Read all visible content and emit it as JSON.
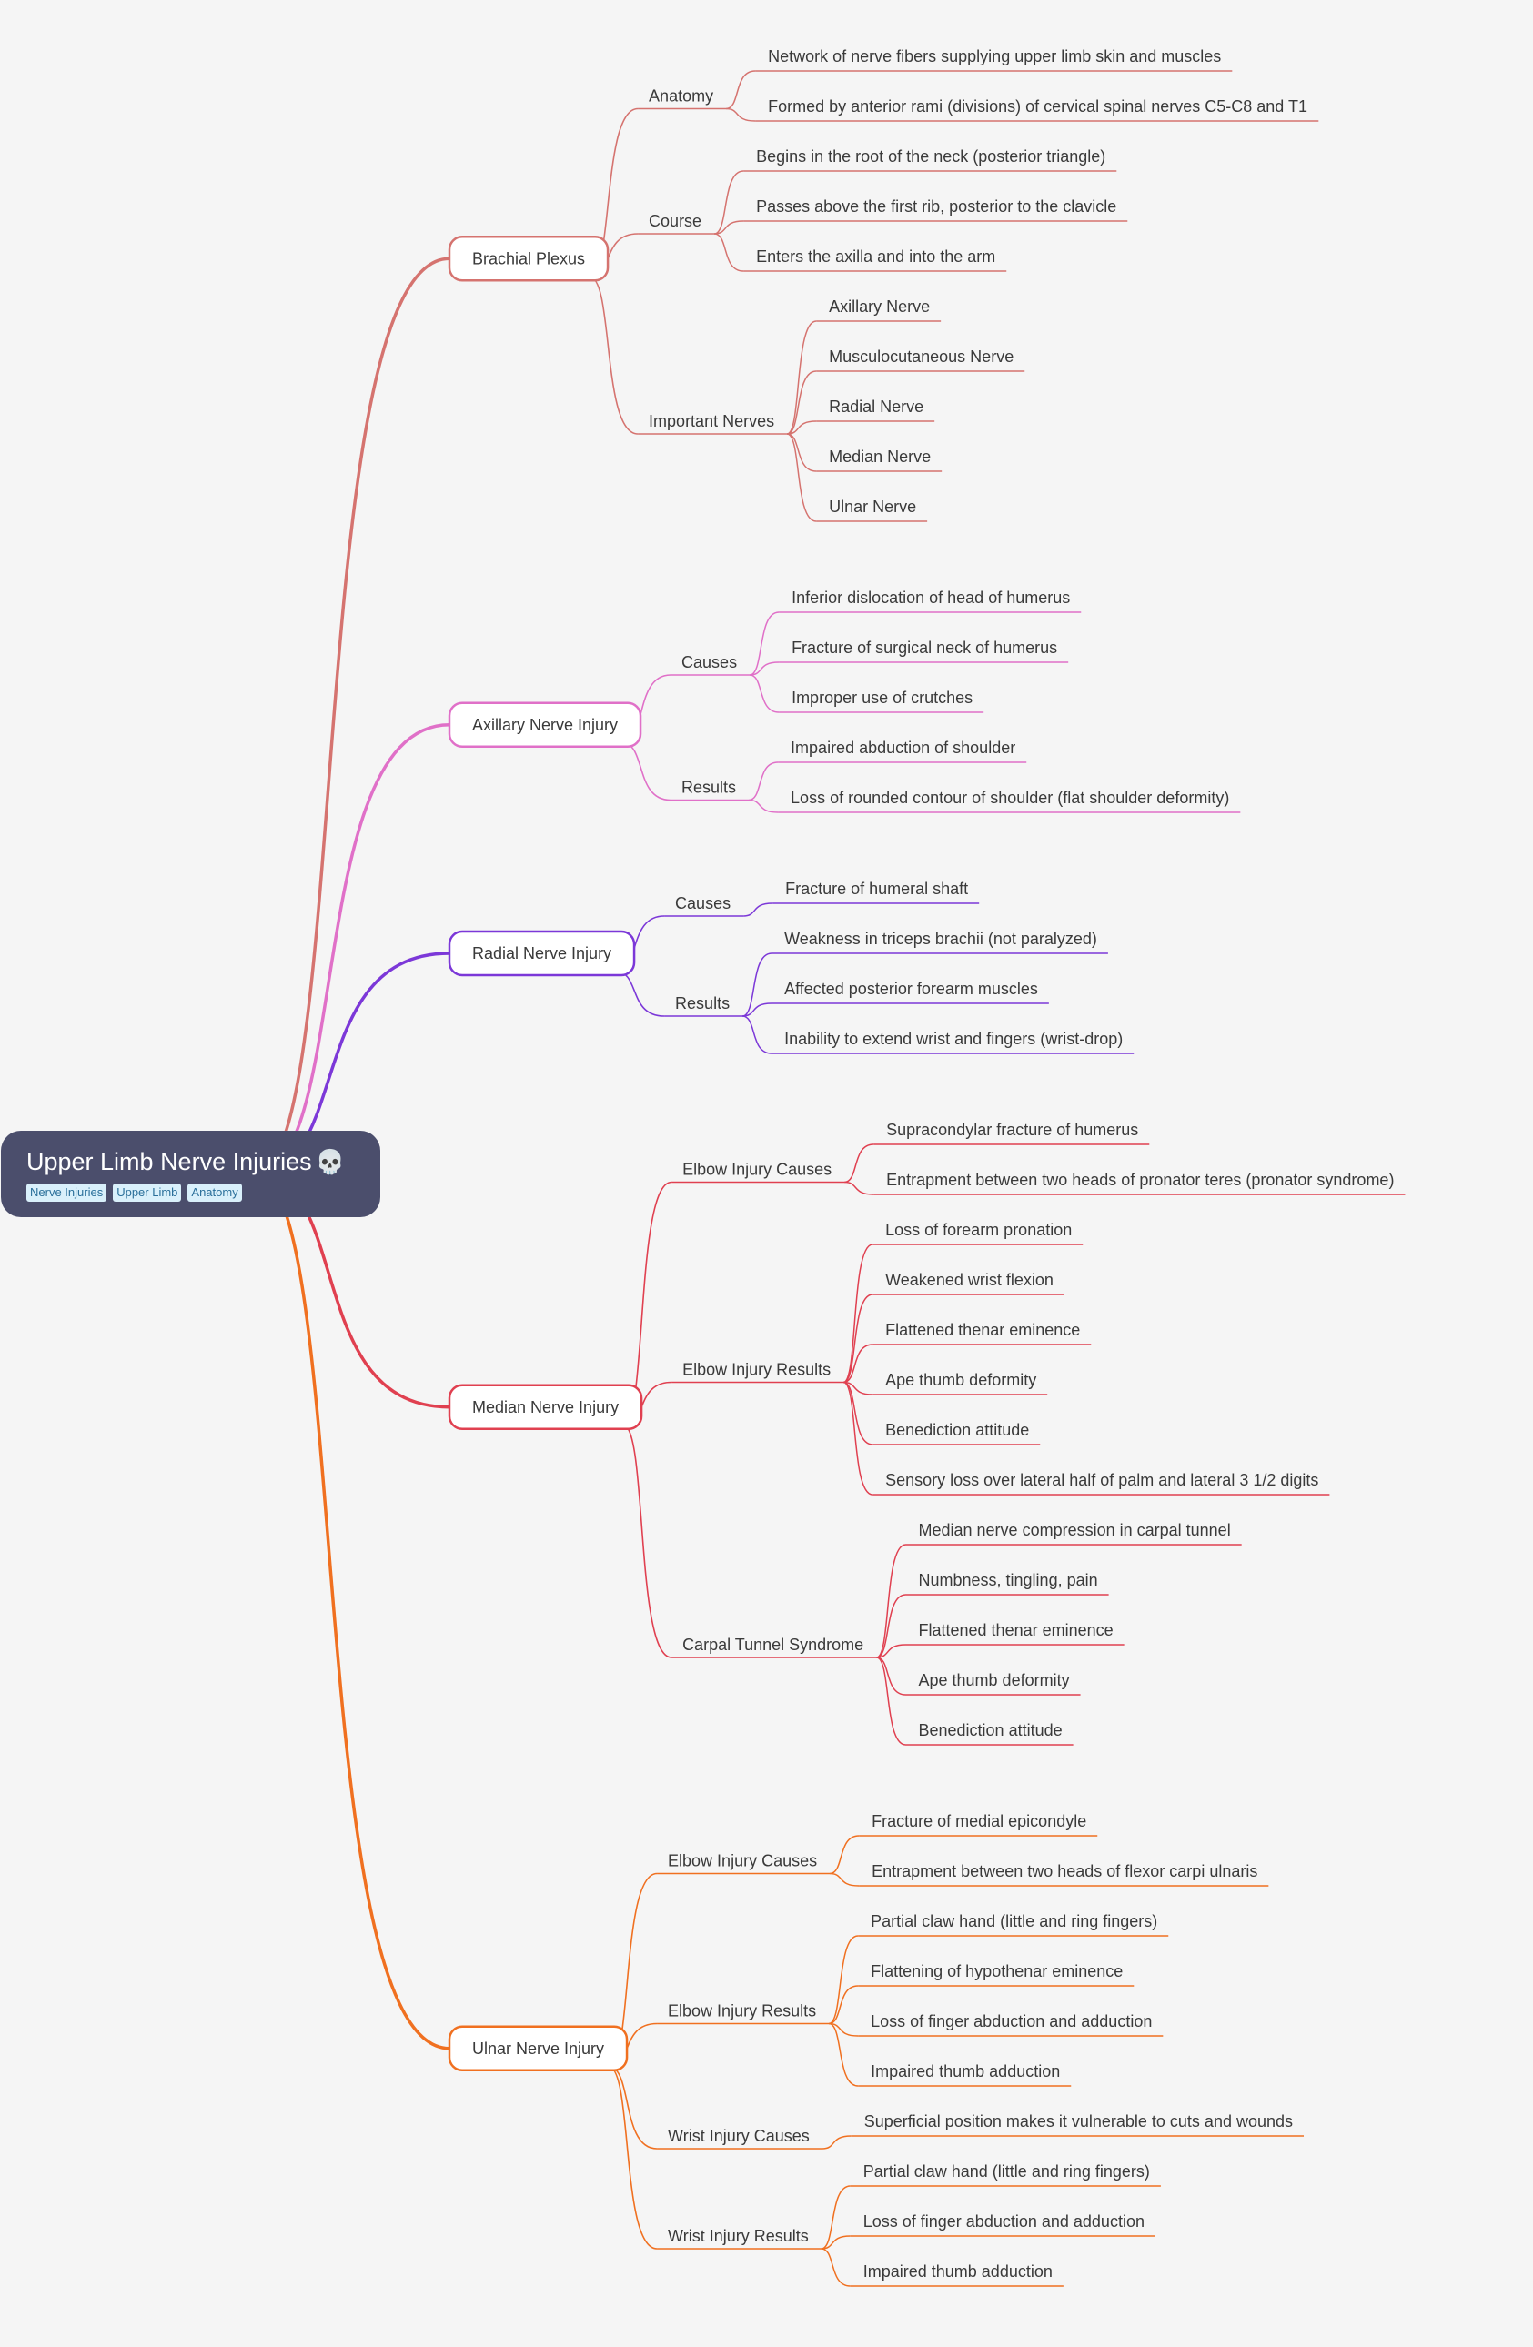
{
  "root": {
    "title": "Upper Limb Nerve Injuries",
    "emoji": "💀",
    "tags": [
      "Nerve Injuries",
      "Upper Limb",
      "Anatomy"
    ]
  },
  "branches": [
    {
      "label": "Brachial Plexus",
      "color": "#d5736f",
      "children": [
        {
          "label": "Anatomy",
          "children": [
            "Network of nerve fibers supplying upper limb skin and muscles",
            "Formed by anterior rami (divisions) of cervical spinal nerves C5-C8 and T1"
          ]
        },
        {
          "label": "Course",
          "children": [
            "Begins in the root of the neck (posterior triangle)",
            "Passes above the first rib, posterior to the clavicle",
            "Enters the axilla and into the arm"
          ]
        },
        {
          "label": "Important Nerves",
          "children": [
            "Axillary Nerve",
            "Musculocutaneous Nerve",
            "Radial Nerve",
            "Median Nerve",
            "Ulnar Nerve"
          ]
        }
      ]
    },
    {
      "label": "Axillary Nerve Injury",
      "color": "#e070c8",
      "children": [
        {
          "label": "Causes",
          "children": [
            "Inferior dislocation of head of humerus",
            "Fracture of surgical neck of humerus",
            "Improper use of crutches"
          ]
        },
        {
          "label": "Results",
          "children": [
            "Impaired abduction of shoulder",
            "Loss of rounded contour of shoulder (flat shoulder deformity)"
          ]
        }
      ]
    },
    {
      "label": "Radial Nerve Injury",
      "color": "#7c38d8",
      "children": [
        {
          "label": "Causes",
          "children": [
            "Fracture of humeral shaft"
          ]
        },
        {
          "label": "Results",
          "children": [
            "Weakness in triceps brachii (not paralyzed)",
            "Affected posterior forearm muscles",
            "Inability to extend wrist and fingers (wrist-drop)"
          ]
        }
      ]
    },
    {
      "label": "Median Nerve Injury",
      "color": "#e04050",
      "children": [
        {
          "label": "Elbow Injury Causes",
          "children": [
            "Supracondylar fracture of humerus",
            "Entrapment between two heads of pronator teres (pronator syndrome)"
          ]
        },
        {
          "label": "Elbow Injury Results",
          "children": [
            "Loss of forearm pronation",
            "Weakened wrist flexion",
            "Flattened thenar eminence",
            "Ape thumb deformity",
            "Benediction attitude",
            "Sensory loss over lateral half of palm and lateral 3 1/2 digits"
          ]
        },
        {
          "label": "Carpal Tunnel Syndrome",
          "children": [
            "Median nerve compression in carpal tunnel",
            "Numbness, tingling, pain",
            "Flattened thenar eminence",
            "Ape thumb deformity",
            "Benediction attitude"
          ]
        }
      ]
    },
    {
      "label": "Ulnar Nerve Injury",
      "color": "#f07020",
      "children": [
        {
          "label": "Elbow Injury Causes",
          "children": [
            "Fracture of medial epicondyle",
            "Entrapment between two heads of flexor carpi ulnaris"
          ]
        },
        {
          "label": "Elbow Injury Results",
          "children": [
            "Partial claw hand (little and ring fingers)",
            "Flattening of hypothenar eminence",
            "Loss of finger abduction and adduction",
            "Impaired thumb adduction"
          ]
        },
        {
          "label": "Wrist Injury Causes",
          "children": [
            "Superficial position makes it vulnerable to cuts and wounds"
          ]
        },
        {
          "label": "Wrist Injury Results",
          "children": [
            "Partial claw hand (little and ring fingers)",
            "Loss of finger abduction and adduction",
            "Impaired thumb adduction"
          ]
        }
      ]
    }
  ]
}
